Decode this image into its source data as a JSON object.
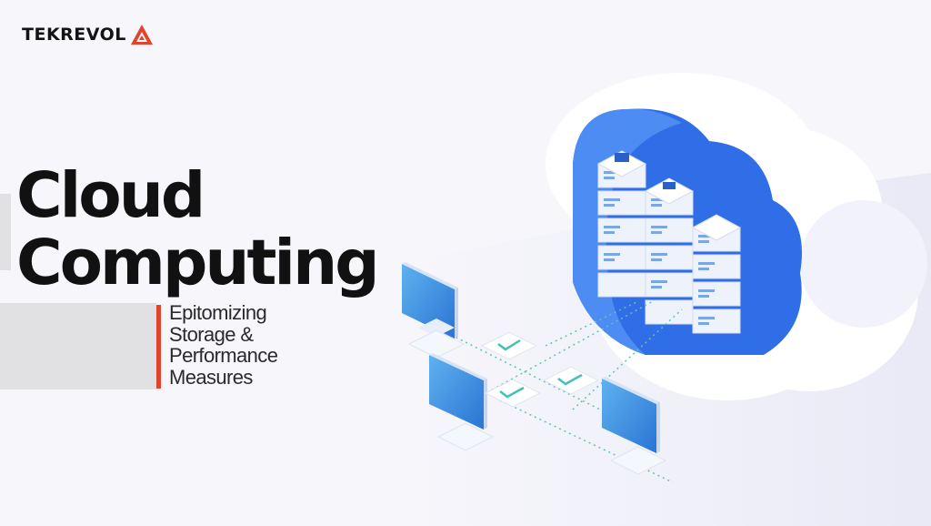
{
  "brand": {
    "name": "TEKREVOL",
    "accent": "#e2432c"
  },
  "headline": {
    "line1": "Cloud",
    "line2": "Computing"
  },
  "subtitle": "Epitomizing Storage & Performance Measures",
  "palette": {
    "cloud": "#ffffff",
    "cloud_inner": "#2f6ee6",
    "screen": "#3a8fe0",
    "check": "#43c1b5"
  },
  "icons": [
    "logo-triangle-icon",
    "cloud-icon",
    "server-icon",
    "monitor-icon",
    "checkmark-icon"
  ]
}
